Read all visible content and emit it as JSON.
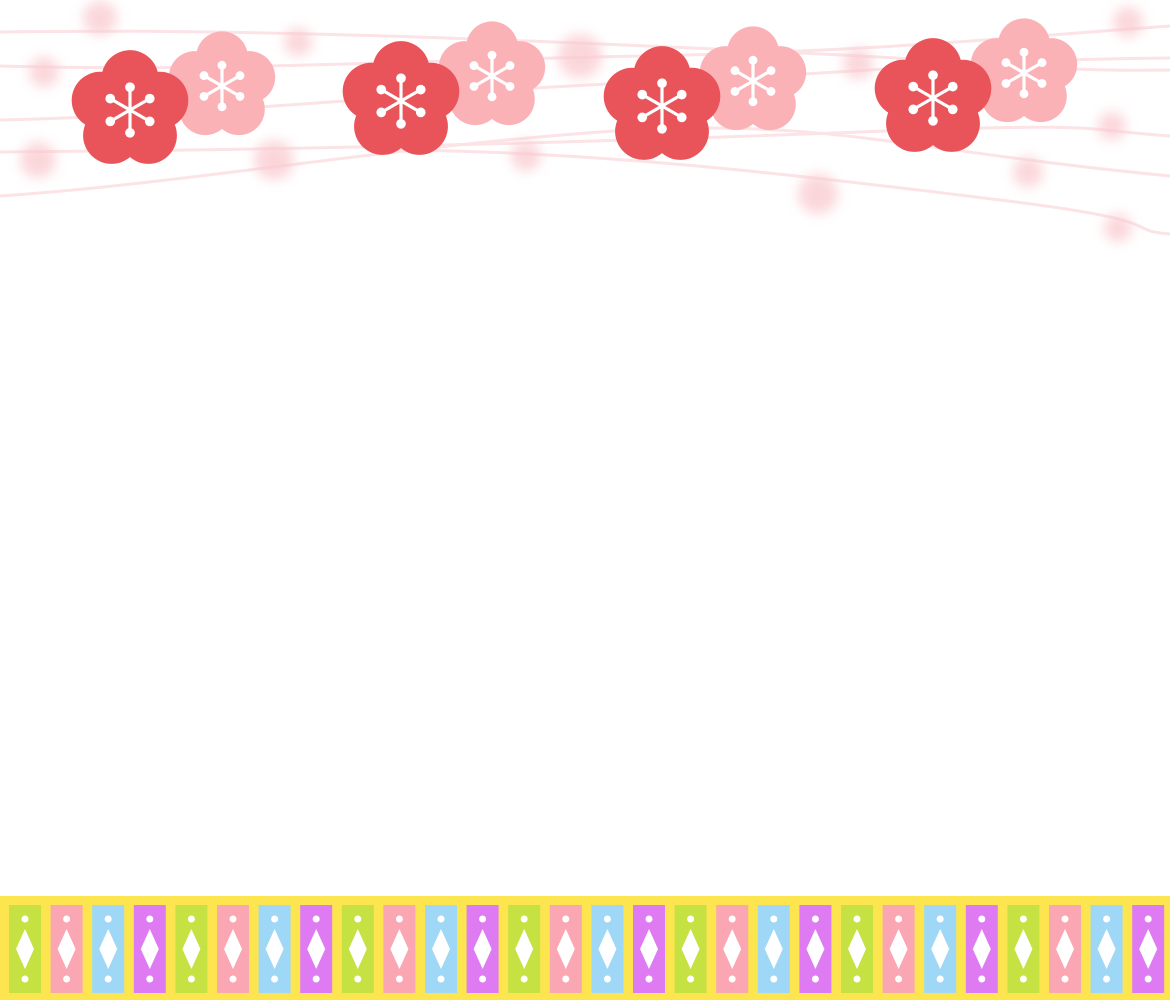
{
  "palette": {
    "background": "#ffffff",
    "ribbon_line": "#fbe3e6",
    "bokeh": "#f9c9cf",
    "blossom_dark": "#e9545a",
    "blossom_light": "#fbb2b7",
    "stamen": "#ffffff",
    "border_frame": "#fde54f",
    "tile_colors": [
      "#c6e142",
      "#fba6b3",
      "#9fd8f7",
      "#de7bf2"
    ],
    "tile_inner": "#ffffff"
  },
  "top_decoration": {
    "motif": "plum-blossom-garland",
    "pairs": 4,
    "icons": [
      "plum-blossom-icon"
    ]
  },
  "bottom_border": {
    "motif": "diamond-tile-band",
    "tile_count": 28,
    "icons": [
      "diamond-icon"
    ]
  }
}
